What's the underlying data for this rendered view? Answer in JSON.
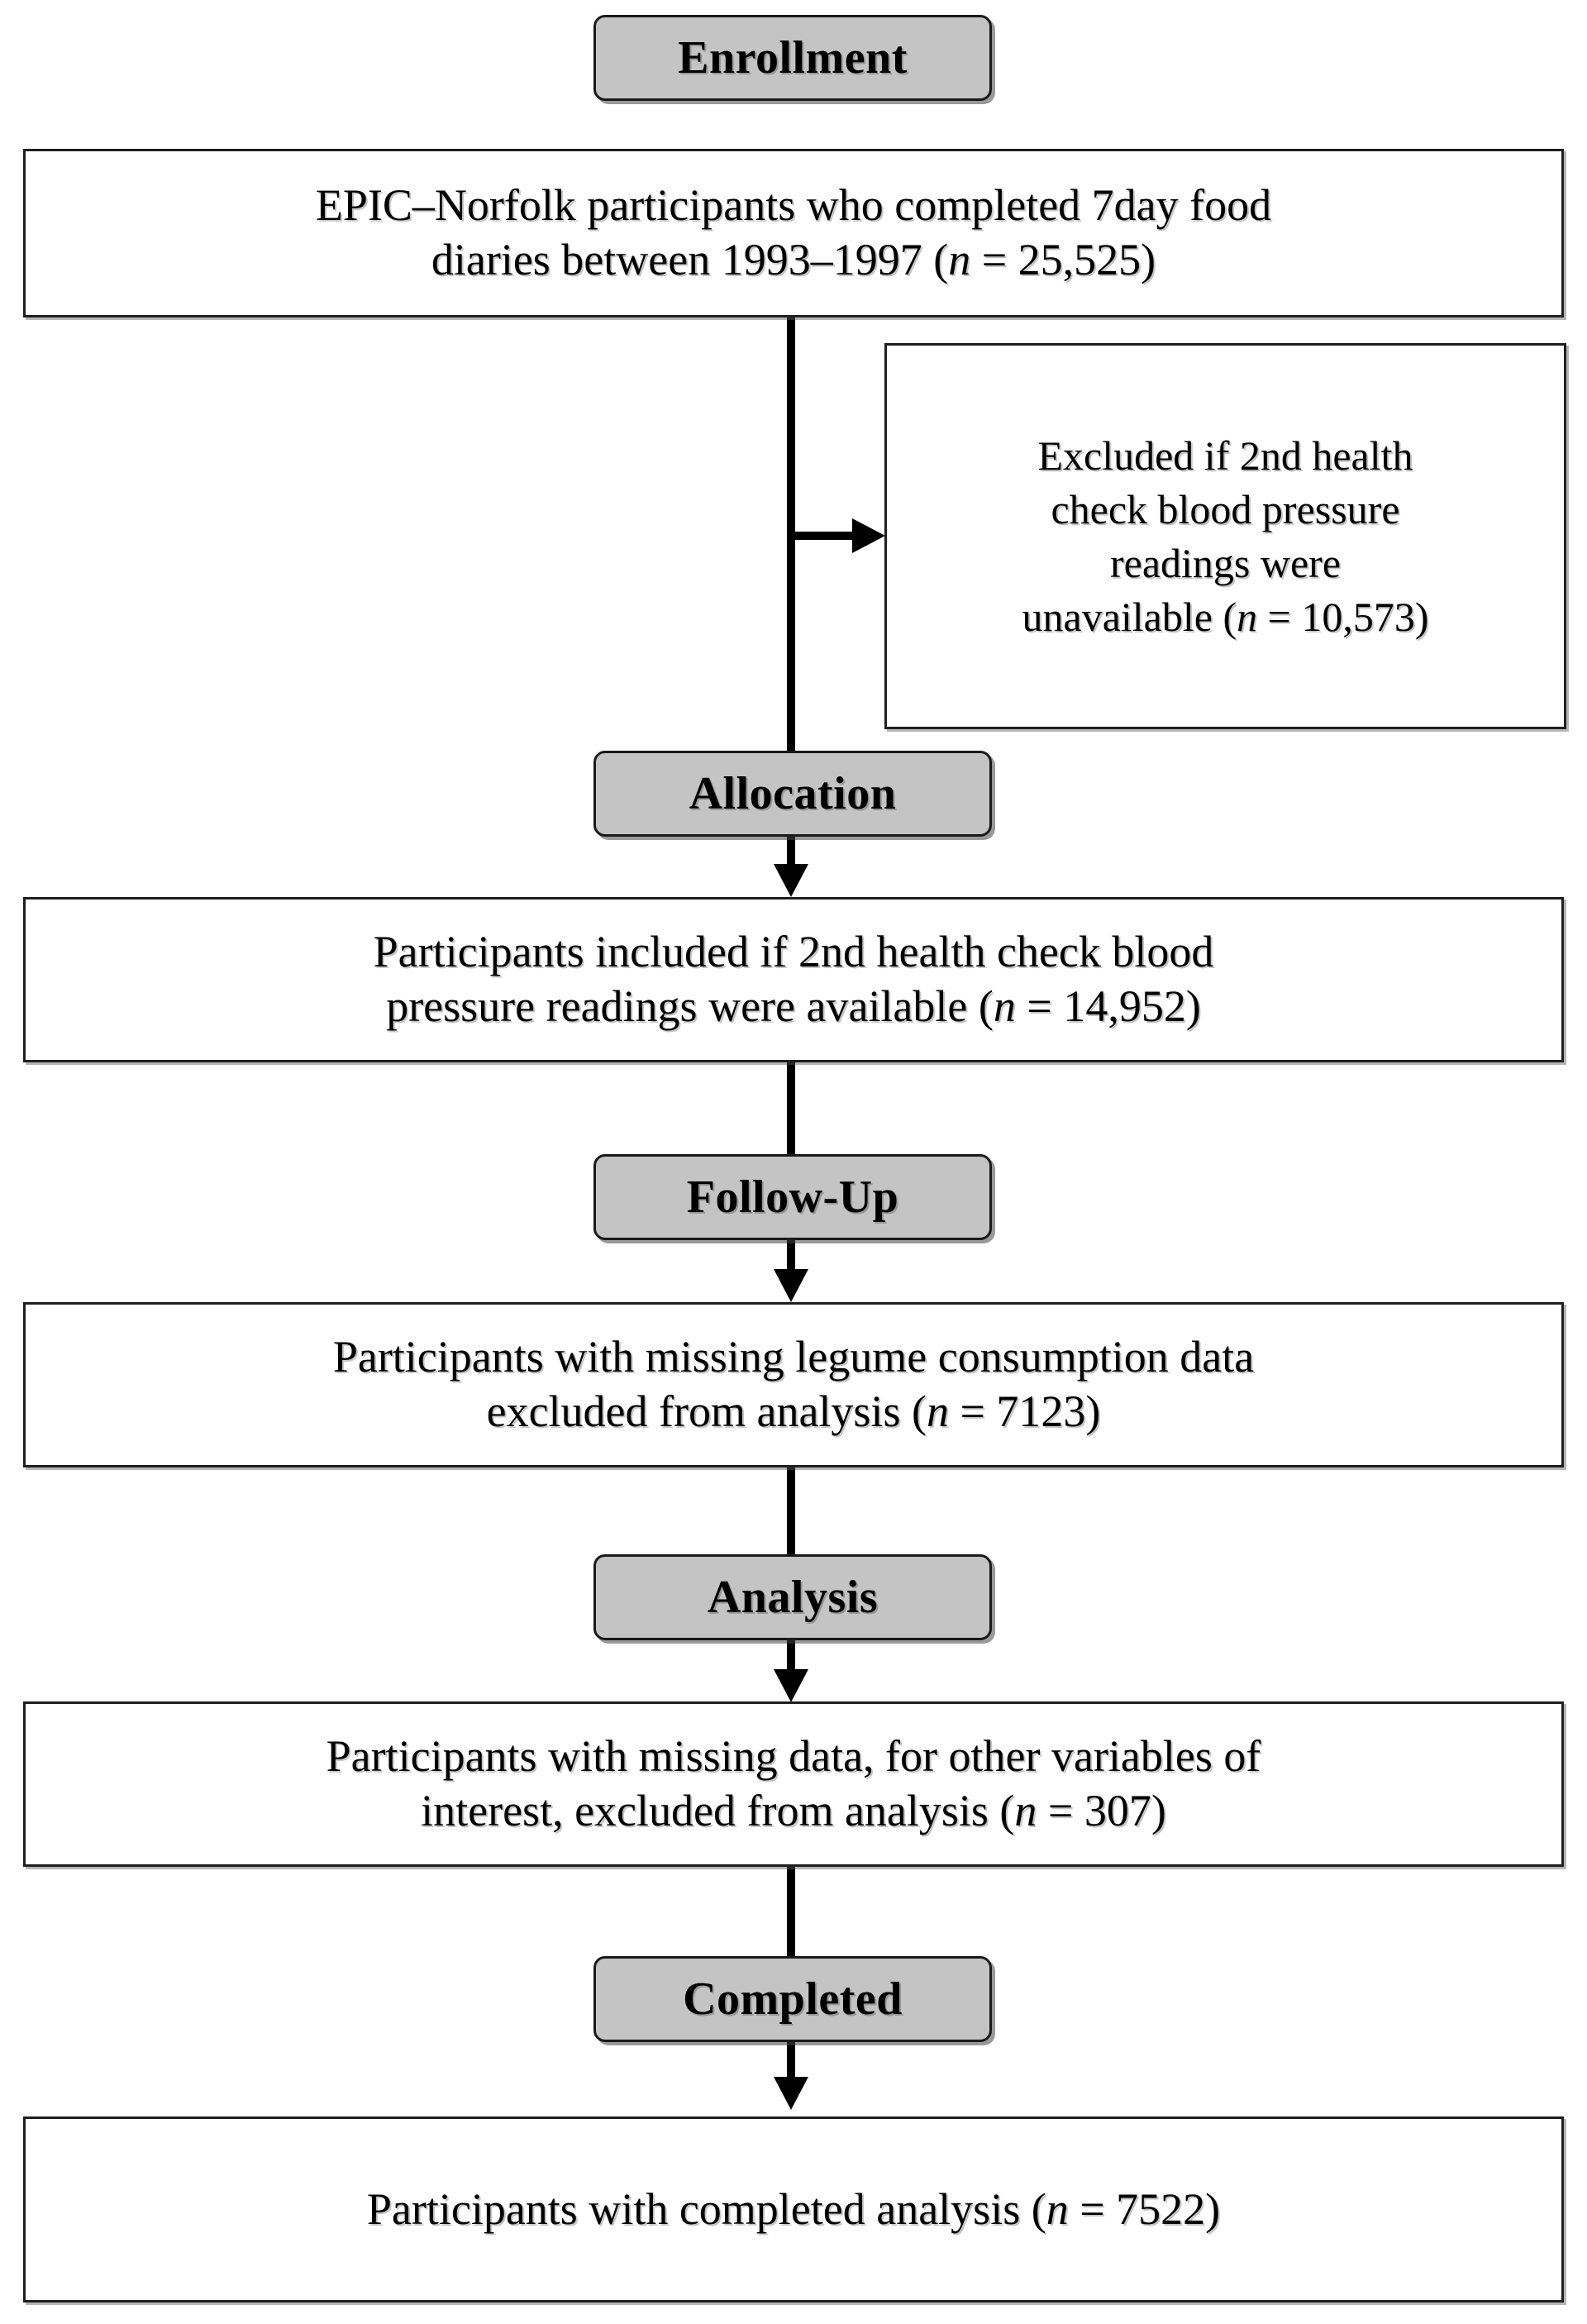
{
  "diagram": {
    "type": "participant-flow-diagram",
    "title": "EPIC-Norfolk participant flow",
    "colors": {
      "stage_pill_fill": "#c4c4c4",
      "stage_pill_border": "#1a1a1a",
      "box_fill": "#ffffff",
      "box_border": "#1f1f1f",
      "connector": "#000000",
      "text": "#000000"
    }
  },
  "stages": {
    "enrollment": {
      "label": "Enrollment"
    },
    "allocation": {
      "label": "Allocation"
    },
    "follow_up": {
      "label": "Follow-Up"
    },
    "analysis": {
      "label": "Analysis"
    },
    "completed": {
      "label": "Completed"
    }
  },
  "boxes": {
    "enrolled": {
      "line1": "EPIC–Norfolk participants who completed 7day food",
      "line2_pre": "diaries between 1993–1997 (",
      "stat_symbol": "n",
      "line2_post": " = 25,525)",
      "n_value": "25,525"
    },
    "excluded_bp": {
      "line1": "Excluded if 2nd health",
      "line2": "check blood pressure",
      "line3": "readings were",
      "line4_pre": "unavailable (",
      "stat_symbol": "n",
      "line4_post": " = 10,573)",
      "n_value": "10,573"
    },
    "included_bp": {
      "line1": "Participants included if 2nd health check blood",
      "line2_pre": "pressure readings were available (",
      "stat_symbol": "n",
      "line2_post": " = 14,952)",
      "n_value": "14,952"
    },
    "missing_legume": {
      "line1": "Participants with missing legume consumption data",
      "line2_pre": "excluded from analysis (",
      "stat_symbol": "n",
      "line2_post": " = 7123)",
      "n_value": "7123"
    },
    "missing_other": {
      "line1": "Participants with missing data, for other variables of",
      "line2_pre": "interest, excluded from analysis (",
      "stat_symbol": "n",
      "line2_post": " = 307)",
      "n_value": "307"
    },
    "final": {
      "line1_pre": "Participants with completed analysis (",
      "stat_symbol": "n",
      "line1_post": " = 7522)",
      "n_value": "7522"
    }
  }
}
